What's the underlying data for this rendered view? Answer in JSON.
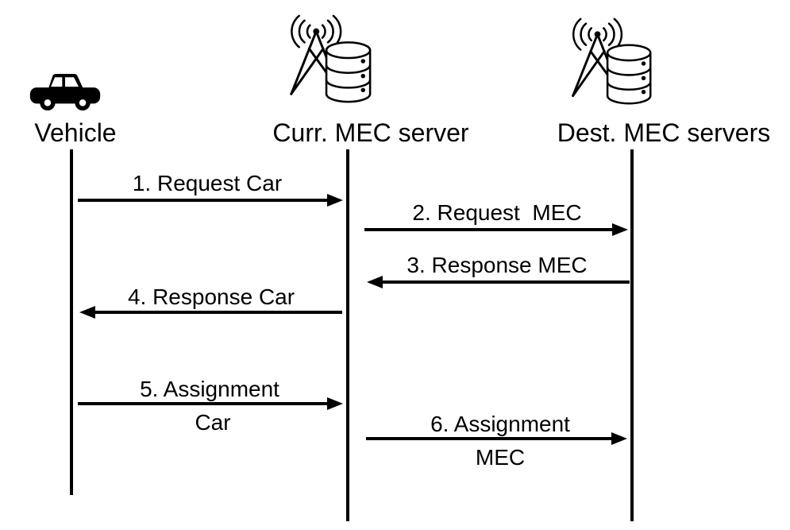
{
  "colors": {
    "ink": "#000000",
    "background": "#ffffff"
  },
  "diagram_type": "sequence-diagram",
  "actors": [
    {
      "id": "vehicle",
      "label": "Vehicle",
      "icon": "car-icon"
    },
    {
      "id": "curr-mec-server",
      "label": "Curr. MEC server",
      "icon": "antenna-database-icon"
    },
    {
      "id": "dest-mec-servers",
      "label": "Dest. MEC servers",
      "icon": "antenna-database-icon"
    }
  ],
  "messages": [
    {
      "seq": 1,
      "label": "1. Request Car",
      "label2": "",
      "from": "Vehicle",
      "to": "Curr. MEC server",
      "direction": "right"
    },
    {
      "seq": 2,
      "label": "2. Request  MEC",
      "label2": "",
      "from": "Curr. MEC server",
      "to": "Dest. MEC servers",
      "direction": "right"
    },
    {
      "seq": 3,
      "label": "3. Response MEC",
      "label2": "",
      "from": "Dest. MEC servers",
      "to": "Curr. MEC server",
      "direction": "left"
    },
    {
      "seq": 4,
      "label": "4. Response Car",
      "label2": "",
      "from": "Curr. MEC server",
      "to": "Vehicle",
      "direction": "left"
    },
    {
      "seq": 5,
      "label": "5. Assignment",
      "label2": "Car",
      "from": "Vehicle",
      "to": "Curr. MEC server",
      "direction": "right"
    },
    {
      "seq": 6,
      "label": "6. Assignment",
      "label2": "MEC",
      "from": "Curr. MEC server",
      "to": "Dest. MEC servers",
      "direction": "right"
    }
  ]
}
